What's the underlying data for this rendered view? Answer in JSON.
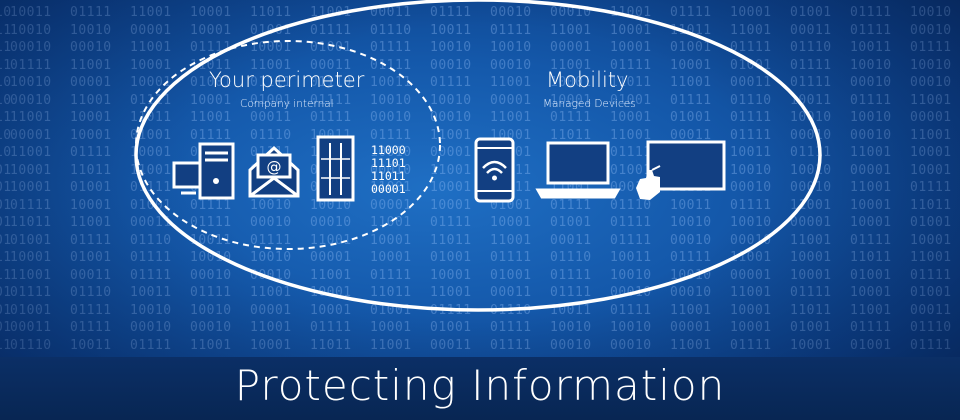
{
  "left_group": {
    "title": "Your perimeter",
    "subtitle": "Company internal",
    "code_lines": [
      "11000",
      "11101",
      "11011",
      "00001"
    ],
    "icons": [
      "desktop-computer-icon",
      "email-envelope-icon",
      "server-rack-icon"
    ]
  },
  "right_group": {
    "title": "Mobility",
    "subtitle": "Managed Devices",
    "icons": [
      "smartphone-wifi-icon",
      "laptop-icon",
      "touch-tablet-icon"
    ]
  },
  "footer": {
    "title": "Protecting Information"
  },
  "background_binary": [
    "01110",
    "01111",
    "01111",
    "10011",
    "10010",
    "00010",
    "01111",
    "10010",
    "00010",
    "11001",
    "00001",
    "11001",
    "10001",
    "10001",
    "01111",
    "11011",
    "01001",
    "10001",
    "11001",
    "01111",
    "01001",
    "00011"
  ],
  "colors": {
    "background": "#1458aa",
    "footer": "#0b2f66",
    "text": "#ffffff"
  }
}
